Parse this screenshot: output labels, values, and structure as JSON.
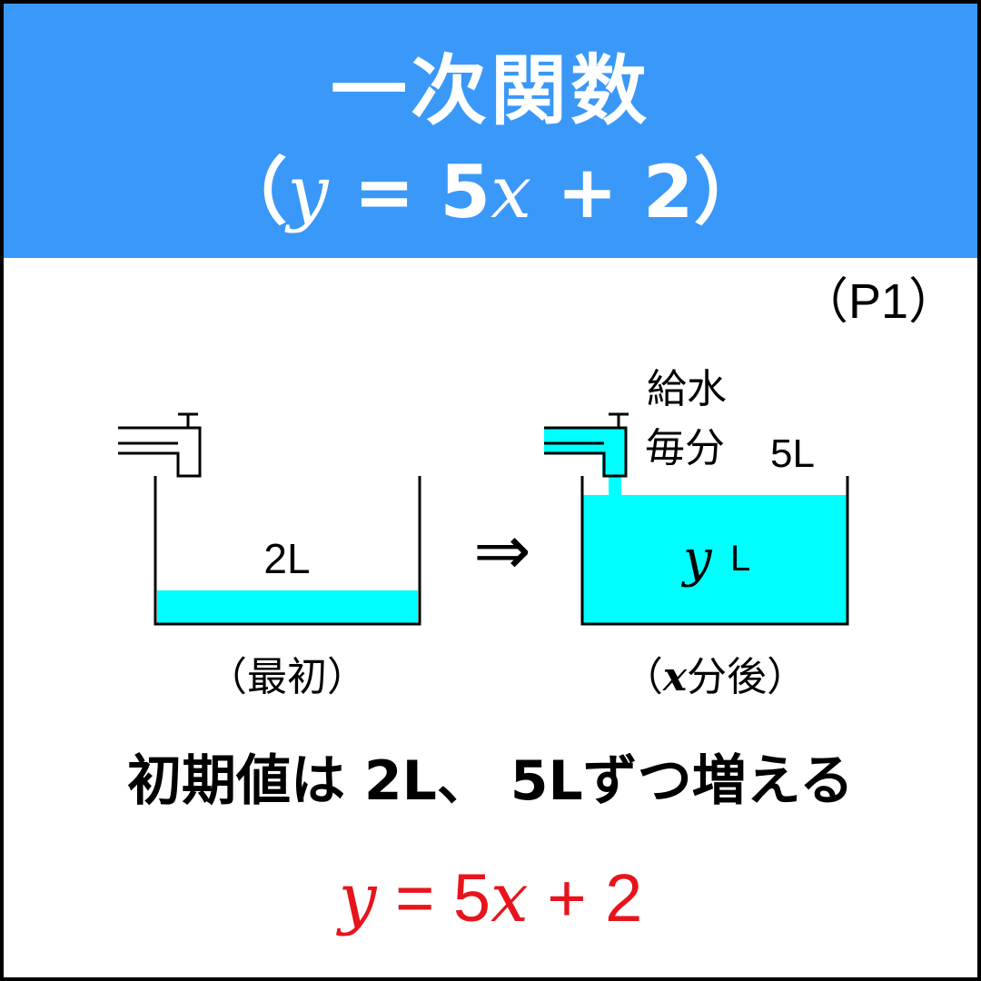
{
  "header": {
    "title": "一次関数",
    "formula": {
      "open": "（",
      "y": "y",
      "eq": " = ",
      "coef": "5",
      "x": "x",
      "plus": " + ",
      "const": "2",
      "close": "）"
    },
    "background_color": "#3a98f8"
  },
  "page_label": "（P1）",
  "diagram": {
    "water_color": "#00ffff",
    "before": {
      "amount_label": "2L",
      "caption": "（最初）"
    },
    "arrow": "⇒",
    "after": {
      "supply_line1": "給水",
      "supply_line2_prefix": "毎分",
      "supply_line2_amount": "5L",
      "amount_var": "y",
      "amount_unit": "L",
      "caption_open": "（",
      "caption_var": "x",
      "caption_rest": "分後）"
    }
  },
  "summary": {
    "text": "初期値は 2L、 5Lずつ増える"
  },
  "result_formula": {
    "y": "y",
    "eq": " = ",
    "coef": "5",
    "x": "x",
    "plus": " + ",
    "const": "2",
    "color": "#e8141c"
  }
}
